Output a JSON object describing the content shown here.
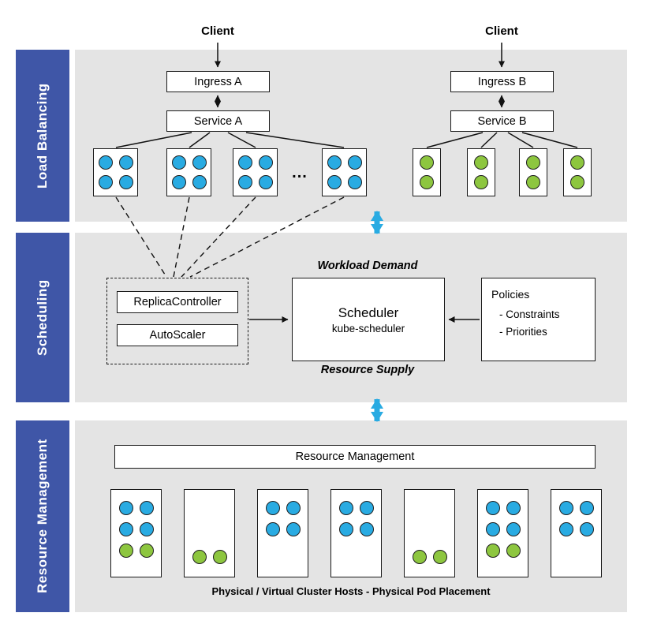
{
  "colors": {
    "band_label_bg": "#3f56a7",
    "band_bg": "#e4e4e4",
    "pod_blue": "#29abe2",
    "pod_green": "#8dc63f",
    "arrow_cyan": "#29abe2",
    "line_black": "#111111",
    "box_border": "#1a1a1a"
  },
  "bands": {
    "load_balancing": "Load Balancing",
    "scheduling": "Scheduling",
    "resource_management": "Resource Management"
  },
  "load_balancing": {
    "client_left": "Client",
    "client_right": "Client",
    "ingress_a": "Ingress A",
    "service_a": "Service A",
    "ingress_b": "Ingress B",
    "service_b": "Service B",
    "pods_ellipsis": "..."
  },
  "scheduling": {
    "workload_demand": "Workload Demand",
    "replica_controller": "ReplicaController",
    "autoscaler": "AutoScaler",
    "scheduler_title": "Scheduler",
    "scheduler_subtitle": "kube-scheduler",
    "policies_title": "Policies",
    "policy_items": [
      "- Constraints",
      "- Priorities"
    ],
    "resource_supply": "Resource Supply"
  },
  "resource_management": {
    "box_label": "Resource Management",
    "caption": "Physical / Virtual Cluster Hosts - Physical Pod Placement"
  },
  "pods": {
    "service_a": [
      {
        "rows": [
          [
            "blue",
            "blue"
          ],
          [
            "blue",
            "blue"
          ]
        ]
      },
      {
        "rows": [
          [
            "blue",
            "blue"
          ],
          [
            "blue",
            "blue"
          ]
        ]
      },
      {
        "rows": [
          [
            "blue",
            "blue"
          ],
          [
            "blue",
            "blue"
          ]
        ]
      },
      {
        "rows": [
          [
            "blue",
            "blue"
          ],
          [
            "blue",
            "blue"
          ]
        ]
      }
    ],
    "service_b": [
      {
        "rows": [
          [
            "green"
          ],
          [
            "green"
          ]
        ]
      },
      {
        "rows": [
          [
            "green"
          ],
          [
            "green"
          ]
        ]
      },
      {
        "rows": [
          [
            "green"
          ],
          [
            "green"
          ]
        ]
      },
      {
        "rows": [
          [
            "green"
          ],
          [
            "green"
          ]
        ]
      }
    ],
    "hosts": [
      {
        "rows": [
          [
            "blue",
            "blue"
          ],
          [
            "blue",
            "blue"
          ],
          [
            "green",
            "green"
          ]
        ],
        "valign": "top"
      },
      {
        "rows": [
          [
            "green",
            "green"
          ]
        ],
        "valign": "bottom"
      },
      {
        "rows": [
          [
            "blue",
            "blue"
          ],
          [
            "blue",
            "blue"
          ]
        ],
        "valign": "top"
      },
      {
        "rows": [
          [
            "blue",
            "blue"
          ],
          [
            "blue",
            "blue"
          ]
        ],
        "valign": "top"
      },
      {
        "rows": [
          [
            "green",
            "green"
          ]
        ],
        "valign": "bottom"
      },
      {
        "rows": [
          [
            "blue",
            "blue"
          ],
          [
            "blue",
            "blue"
          ],
          [
            "green",
            "green"
          ]
        ],
        "valign": "top"
      },
      {
        "rows": [
          [
            "blue",
            "blue"
          ],
          [
            "blue",
            "blue"
          ]
        ],
        "valign": "top"
      }
    ]
  }
}
